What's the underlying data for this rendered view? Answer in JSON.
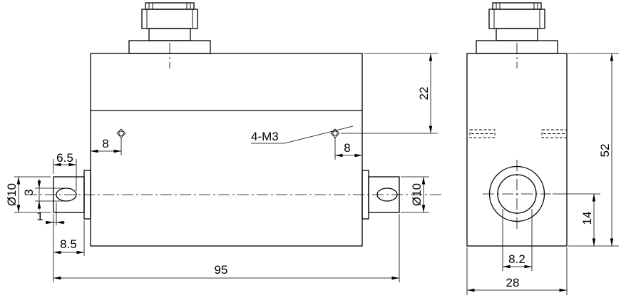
{
  "front_view": {
    "label_holes": "4-M3",
    "dim_top_to_hole": "22",
    "dim_hole_offset_left": "8",
    "dim_hole_offset_right": "8",
    "dim_shaft_dia_left": "Ø10",
    "dim_shaft_dia_right": "Ø10",
    "dim_slot_length": "6.5",
    "dim_slot_width": "3",
    "dim_slot_offset": "1",
    "dim_shaft_length": "8.5",
    "dim_overall_length": "95"
  },
  "side_view": {
    "dim_height": "52",
    "dim_center_to_bottom": "14",
    "dim_bore_width": "8.2",
    "dim_depth": "28"
  }
}
